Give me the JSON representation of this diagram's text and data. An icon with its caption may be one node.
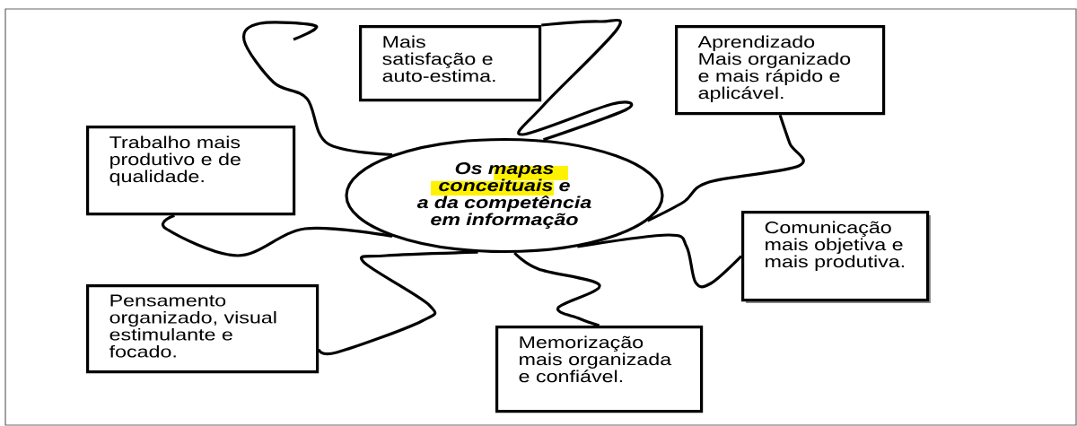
{
  "diagram": {
    "nodes": [
      {
        "text": [
          "Os mapas conceituais e a da competência em informação"
        ]
      },
      {
        "text": [
          "Mais satisfação e auto-estima."
        ]
      },
      {
        "text": [
          "Aprendizado",
          "Mais organizado e mais rápido e aplicável."
        ]
      },
      {
        "text": [
          "Trabalho mais produtivo e de qualidade."
        ]
      },
      {
        "text": [
          "Comunicação mais objetiva e mais produtiva."
        ]
      },
      {
        "text": [
          "Pensamento organizado, visual estimulante e focado."
        ]
      },
      {
        "text": [
          "Memorização mais organizada e confiável."
        ]
      }
    ],
    "edges": [
      {
        "from": 0,
        "to": null,
        "arrow": "none"
      },
      {
        "from": 0,
        "to": 1,
        "arrow": "none"
      },
      {
        "from": 0,
        "to": 2,
        "arrow": "none"
      },
      {
        "from": 0,
        "to": 4,
        "arrow": "none"
      },
      {
        "from": 0,
        "to": 6,
        "arrow": "none"
      },
      {
        "from": 0,
        "to": 5,
        "arrow": "none"
      },
      {
        "from": 0,
        "to": 3,
        "arrow": "none"
      }
    ]
  }
}
